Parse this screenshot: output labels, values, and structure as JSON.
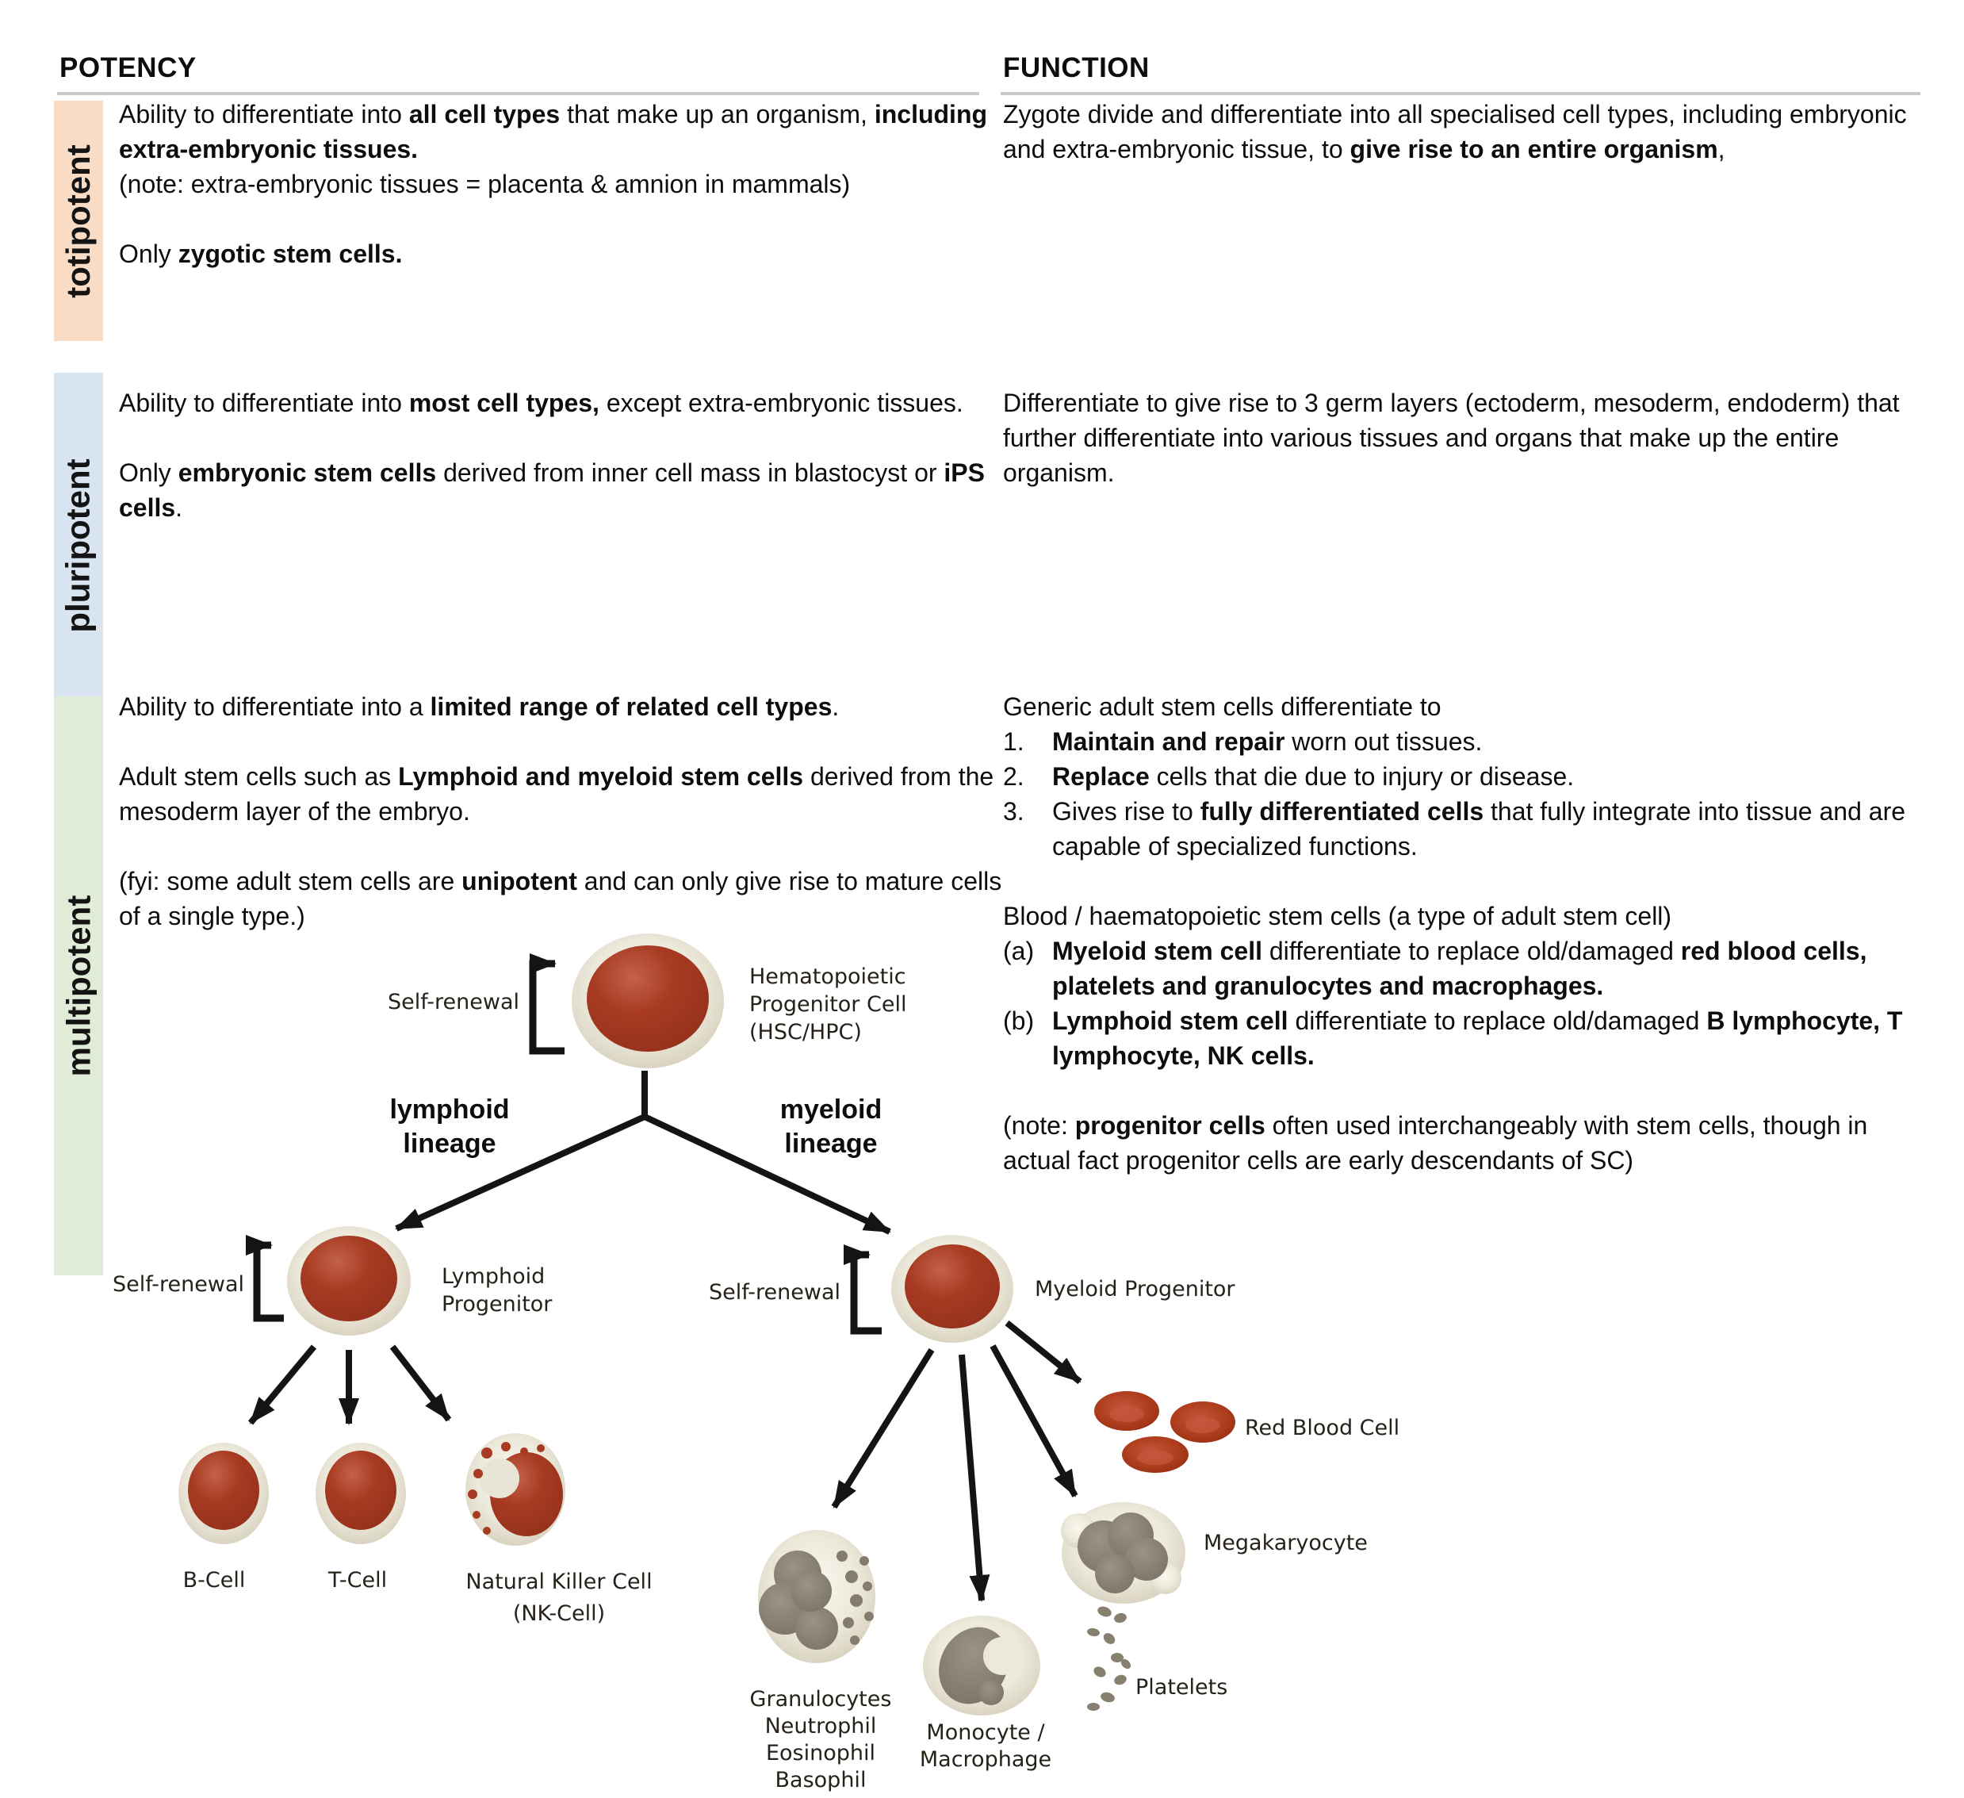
{
  "header": {
    "potency": "POTENCY",
    "function": "FUNCTION"
  },
  "rows": [
    {
      "label": "totipotent",
      "color": "#f9dcc6",
      "potency": [
        {
          "seg": [
            {
              "t": "Ability to differentiate into "
            },
            {
              "t": "all cell types",
              "b": true
            },
            {
              "t": " that make up an organism, "
            },
            {
              "t": "including extra-embryonic tissues.",
              "b": true
            }
          ]
        },
        {
          "seg": [
            {
              "t": "(note: extra-embryonic tissues = placenta & amnion in mammals)"
            }
          ]
        },
        {
          "gap": true,
          "seg": [
            {
              "t": "Only "
            },
            {
              "t": "zygotic stem cells.",
              "b": true
            }
          ]
        }
      ],
      "function": [
        {
          "seg": [
            {
              "t": "Zygote divide and differentiate into all specialised cell types, including embryonic and extra-embryonic tissue, to "
            },
            {
              "t": "give rise to an entire organism",
              "b": true
            },
            {
              "t": ","
            }
          ]
        }
      ]
    },
    {
      "label": "pluripotent",
      "color": "#d9e4f1",
      "potency": [
        {
          "seg": [
            {
              "t": "Ability to differentiate into "
            },
            {
              "t": "most cell types,",
              "b": true
            },
            {
              "t": " except extra-embryonic tissues."
            }
          ]
        },
        {
          "gap": true,
          "seg": [
            {
              "t": "Only "
            },
            {
              "t": "embryonic stem cells",
              "b": true
            },
            {
              "t": " derived from inner cell mass in blastocyst or "
            },
            {
              "t": "iPS cells",
              "b": true
            },
            {
              "t": "."
            }
          ]
        }
      ],
      "function": [
        {
          "seg": [
            {
              "t": "Differentiate to give rise to 3 germ layers (ectoderm, mesoderm, endoderm) that further differentiate into various tissues and organs that make up the entire organism."
            }
          ]
        }
      ]
    },
    {
      "label": "multipotent",
      "color": "#e1ecd8",
      "potency": [
        {
          "seg": [
            {
              "t": "Ability to differentiate into a "
            },
            {
              "t": "limited range of related cell types",
              "b": true
            },
            {
              "t": "."
            }
          ]
        },
        {
          "gap": true,
          "seg": [
            {
              "t": "Adult stem cells such as "
            },
            {
              "t": "Lymphoid and myeloid stem cells",
              "b": true
            },
            {
              "t": " derived from the mesoderm layer of the embryo."
            }
          ]
        },
        {
          "gap": true,
          "seg": [
            {
              "t": "(fyi: some adult stem cells are "
            },
            {
              "t": "unipotent",
              "b": true
            },
            {
              "t": " and can only give rise to mature cells of a single type.)"
            }
          ]
        }
      ],
      "function": [
        {
          "seg": [
            {
              "t": "Generic adult stem cells differentiate to"
            }
          ]
        },
        {
          "m": "1.",
          "seg": [
            {
              "t": "Maintain and repair",
              "b": true
            },
            {
              "t": " worn out tissues."
            }
          ]
        },
        {
          "m": "2.",
          "seg": [
            {
              "t": "Replace",
              "b": true
            },
            {
              "t": " cells that die due to injury or disease."
            }
          ]
        },
        {
          "m": "3.",
          "seg": [
            {
              "t": "Gives rise to "
            },
            {
              "t": "fully differentiated cells",
              "b": true
            },
            {
              "t": " that fully integrate into tissue and are capable of specialized functions."
            }
          ]
        },
        {
          "gap": true,
          "seg": [
            {
              "t": "Blood / haematopoietic stem cells (a type of adult stem cell)"
            }
          ]
        },
        {
          "m": "(a)",
          "seg": [
            {
              "t": "Myeloid stem cell",
              "b": true
            },
            {
              "t": " differentiate to replace old/damaged "
            },
            {
              "t": "red blood cells, platelets and granulocytes and macrophages.",
              "b": true
            }
          ]
        },
        {
          "m": "(b)",
          "seg": [
            {
              "t": "Lymphoid stem cell",
              "b": true
            },
            {
              "t": " differentiate to replace old/damaged "
            },
            {
              "t": "B lymphocyte, T lymphocyte, NK cells.",
              "b": true
            }
          ]
        },
        {
          "gap": true,
          "seg": [
            {
              "t": "(note: "
            },
            {
              "t": "progenitor cells",
              "b": true
            },
            {
              "t": " often used interchangeably with stem cells, though in actual fact progenitor cells are early descendants of SC)"
            }
          ]
        }
      ]
    }
  ],
  "diagram": {
    "self_renewal": "Self-renewal",
    "hsc_label": [
      "Hematopoietic",
      "Progenitor Cell",
      "(HSC/HPC)"
    ],
    "lymphoid_lineage": [
      "lymphoid",
      "lineage"
    ],
    "myeloid_lineage": [
      "myeloid",
      "lineage"
    ],
    "lymphoid_progenitor": [
      "Lymphoid",
      "Progenitor"
    ],
    "myeloid_progenitor": "Myeloid Progenitor",
    "b_cell": "B-Cell",
    "t_cell": "T-Cell",
    "nk_cell": [
      "Natural Killer Cell",
      "(NK-Cell)"
    ],
    "red_blood_cell": "Red Blood Cell",
    "megakaryocyte": "Megakaryocyte",
    "platelets": "Platelets",
    "granulocytes": [
      "Granulocytes",
      "Neutrophil",
      "Eosinophil",
      "Basophil"
    ],
    "monocyte": [
      "Monocyte /",
      "Macrophage"
    ],
    "colors": {
      "nucleus_red": "#a83b22",
      "cell_cream": "#ece8da",
      "taupe_nucleus": "#847c6d",
      "rbc_red": "#b1401f",
      "arrow_black": "#141414"
    }
  }
}
